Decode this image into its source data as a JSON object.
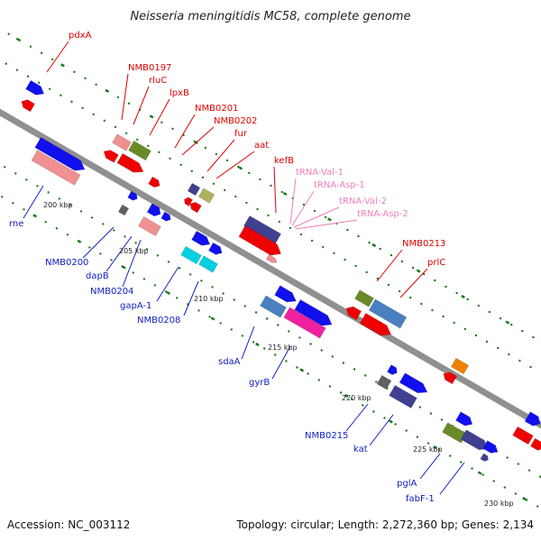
{
  "title": "Neisseria meningitidis MC58, complete genome",
  "footer": {
    "accession": "Accession: NC_003112",
    "summary": "Topology: circular; Length: 2,272,360 bp; Genes: 2,134"
  },
  "colors": {
    "backbone": "#909090",
    "label_red": "#e00000",
    "label_blue": "#1020c0",
    "label_pink": "#f080b0",
    "tick_green": "#1a7a1a",
    "gene_red": "#ee0000",
    "gene_blue": "#1010ee",
    "gene_pink": "#f09090",
    "gene_olive": "#6a8a2a",
    "gene_steel": "#4a80c0",
    "gene_navy": "#404090",
    "gene_cyan": "#00d0e0",
    "gene_magenta": "#f020a0",
    "gene_khaki": "#b0b060",
    "gene_orange": "#f08000",
    "gene_gray": "#606060"
  },
  "kbp_ticks": [
    "200 kbp",
    "205 kbp",
    "210 kbp",
    "215 kbp",
    "220 kbp",
    "225 kbp",
    "230 kbp"
  ],
  "labels_top": [
    "pdxA",
    "NMB0197",
    "rluC",
    "lpxB",
    "NMB0201",
    "NMB0202",
    "fur",
    "aat",
    "kefB",
    "NMB0213",
    "prlC"
  ],
  "labels_trna": [
    "tRNA-Val-1",
    "tRNA-Asp-1",
    "tRNA-Val-2",
    "tRNA-Asp-2"
  ],
  "labels_bottom": [
    "rne",
    "NMB0200",
    "dapB",
    "NMB0204",
    "gapA-1",
    "NMB0208",
    "sdaA",
    "gyrB",
    "NMB0215",
    "kat",
    "pglA",
    "fabF-1"
  ]
}
